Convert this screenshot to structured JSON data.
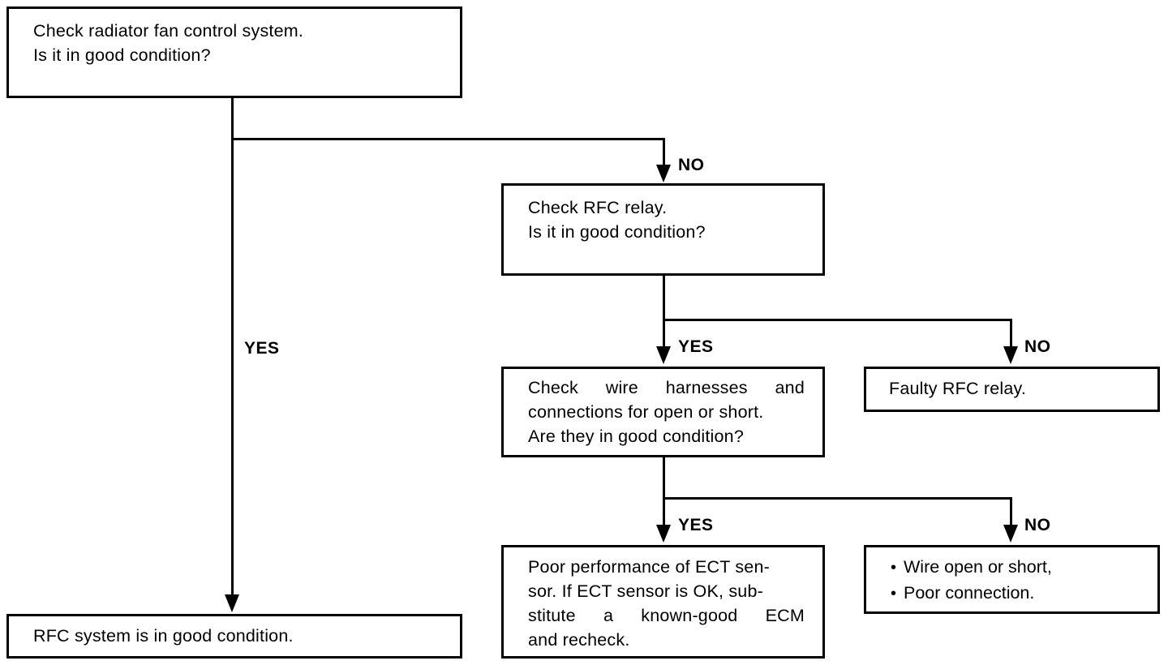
{
  "diagram": {
    "title": "Radiator fan control (RFC) system troubleshooting flowchart",
    "line_color": "#000000",
    "background_color": "#ffffff"
  },
  "nodes": {
    "check_rfc_system": {
      "id": "check-radiator-fan-control-system",
      "lines": [
        "Check radiator fan control system.",
        "Is it in good condition?"
      ]
    },
    "check_rfc_relay": {
      "id": "check-rfc-relay",
      "lines": [
        "Check RFC relay.",
        "Is it in good condition?"
      ]
    },
    "check_wire_harnesses": {
      "id": "check-wire-harnesses",
      "lines": [
        "Check wire harnesses and",
        "connections for open or short.",
        "Are they in good condition?"
      ]
    },
    "faulty_rfc_relay": {
      "id": "faulty-rfc-relay",
      "lines": [
        "Faulty RFC relay."
      ]
    },
    "poor_performance_ect": {
      "id": "poor-performance-of-ect-sensor",
      "lines": [
        "Poor performance of ECT sen-",
        "sor. If ECT sensor is OK, sub-",
        "stitute a known-good ECM",
        "and recheck."
      ]
    },
    "wire_open_short": {
      "id": "wire-open-or-short",
      "bullets": [
        "Wire open or short,",
        "Poor connection."
      ],
      "bullet_glyph": "•"
    },
    "rfc_system_good": {
      "id": "rfc-system-is-in-good-condition",
      "lines": [
        "RFC system is in good condition."
      ]
    }
  },
  "branch_labels": {
    "no_1": "NO",
    "yes_1": "YES",
    "yes_2": "YES",
    "no_2": "NO",
    "yes_3": "YES",
    "no_3": "NO"
  }
}
